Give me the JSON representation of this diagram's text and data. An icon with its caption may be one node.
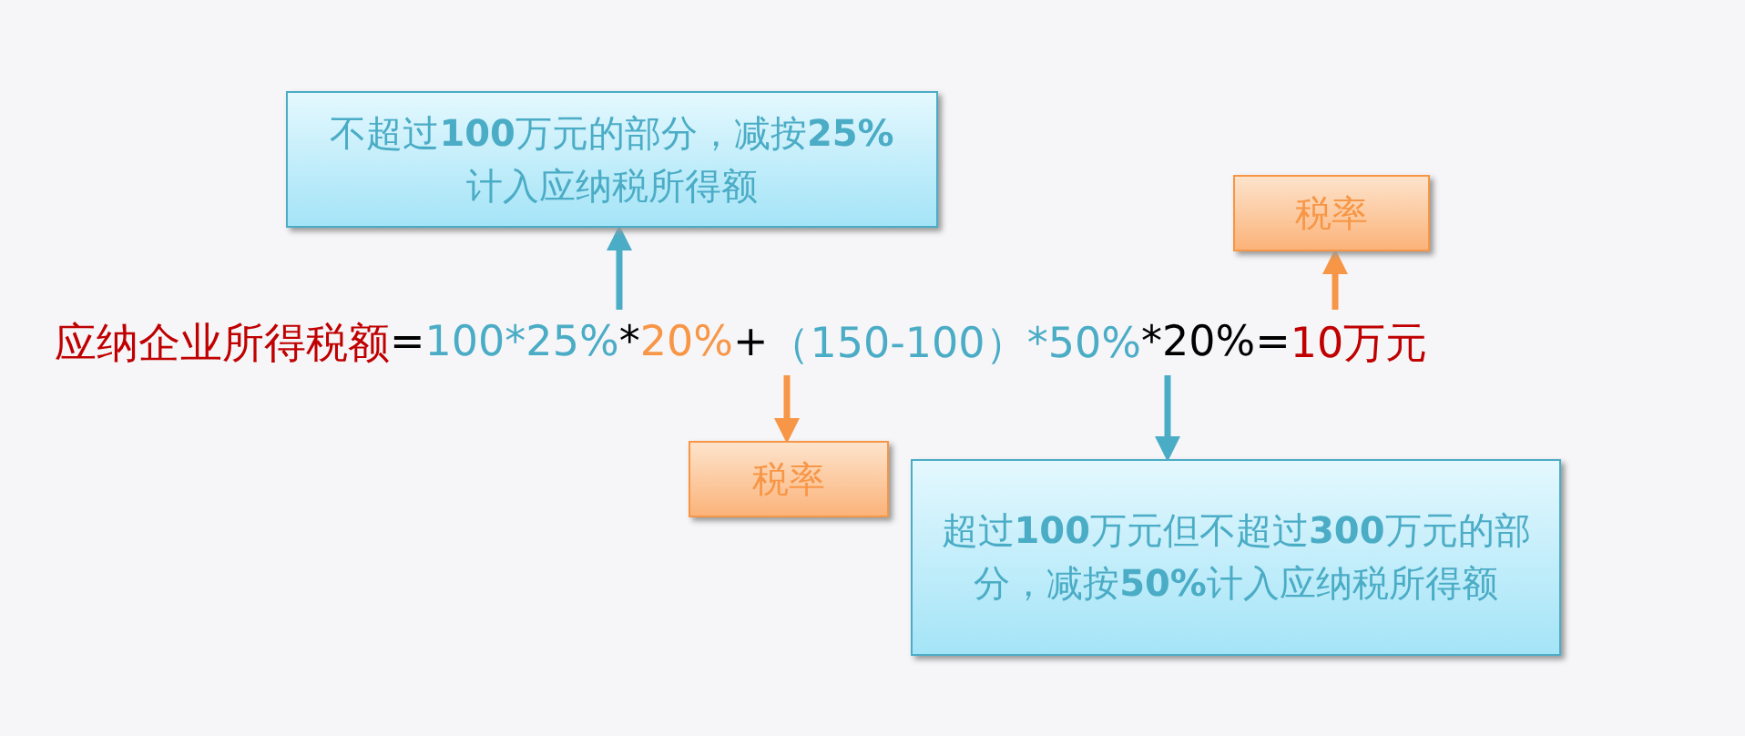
{
  "diagram": {
    "nodes": [
      {
        "text": [
          "应纳企业所得税额",
          "=",
          "100*25%",
          "*",
          "20%",
          "+",
          "（150-100）*50%",
          "*20%=",
          "10万元"
        ]
      },
      {
        "text": [
          "不超过**100**万元的部分，减按**25%**计入应纳税所得额"
        ]
      },
      {
        "text": [
          "税率"
        ]
      },
      {
        "text": [
          "税率"
        ]
      },
      {
        "text": [
          "超过**100**万元但不超过**300**万元的部分，减按**50%**计入应纳税所得额"
        ]
      }
    ],
    "edges": [
      {
        "from": 0,
        "to": 1,
        "arrow": "to",
        "color": "#4bacc6"
      },
      {
        "from": 0,
        "to": 2,
        "arrow": "to",
        "color": "#f79646"
      },
      {
        "from": 0,
        "to": 3,
        "arrow": "to",
        "color": "#f79646"
      },
      {
        "from": 0,
        "to": 4,
        "arrow": "to",
        "color": "#4bacc6"
      }
    ]
  }
}
